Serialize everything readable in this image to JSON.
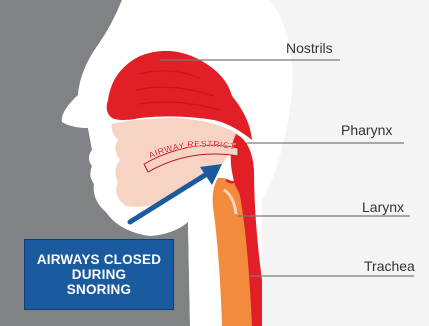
{
  "labels": {
    "nostrils": "Nostrils",
    "pharynx": "Pharynx",
    "larynx": "Larynx",
    "trachea": "Trachea"
  },
  "airway_text": "AIRWAY RESTRICTED",
  "status_box": {
    "line1": "AIRWAYS CLOSED",
    "line2": "DURING",
    "line3": "SNORING"
  },
  "colors": {
    "head_silhouette": "#808285",
    "background": "#f2f2f2",
    "airway_red": "#e21e26",
    "tissue_peach": "#f6d3c2",
    "trachea_orange": "#f28b3c",
    "arrow_blue": "#1a5a9e",
    "leader_gray": "#7a7a7a"
  }
}
